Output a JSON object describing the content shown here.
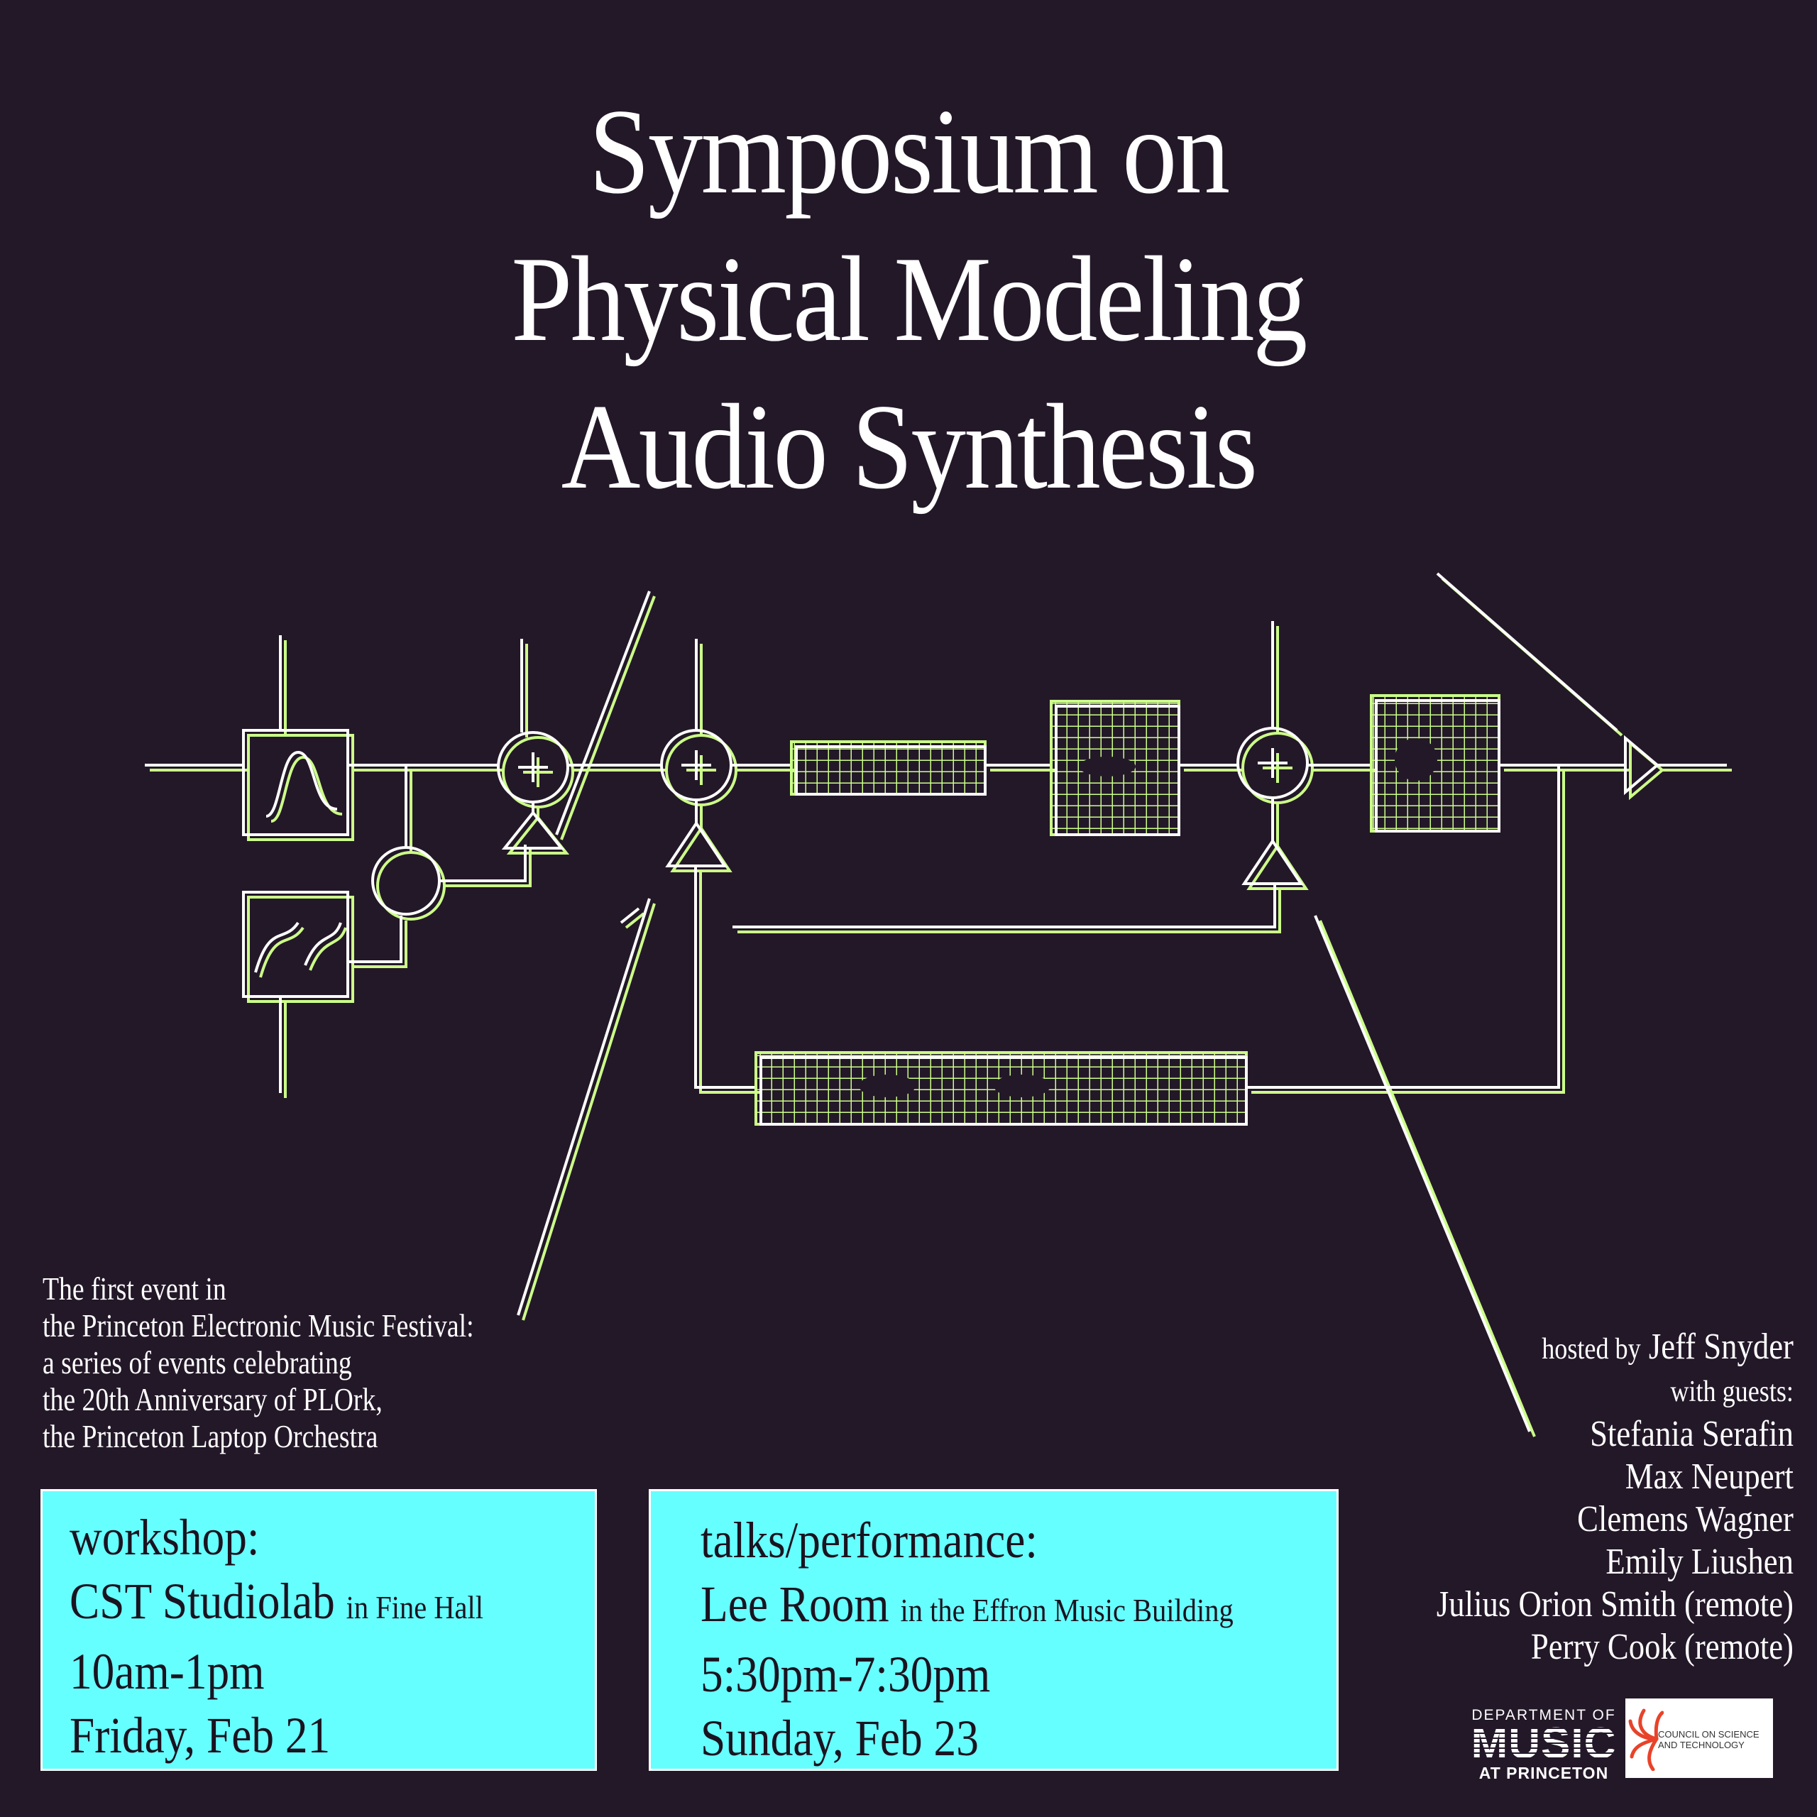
{
  "title": {
    "line1": "Symposium on",
    "line2": "Physical Modeling",
    "line3": "Audio Synthesis"
  },
  "intro": [
    "The first event in",
    "the Princeton Electronic Music Festival:",
    "a series of events celebrating",
    "the 20th Anniversary of PLOrk,",
    "the Princeton Laptop Orchestra"
  ],
  "workshop": {
    "label": "workshop:",
    "venue": "CST Studiolab",
    "venue_detail": "in Fine Hall",
    "time": "10am-1pm",
    "date": "Friday, Feb 21"
  },
  "talks": {
    "label": "talks/performance:",
    "venue": "Lee Room",
    "venue_detail": "in the Effron Music Building",
    "time": "5:30pm-7:30pm",
    "date": "Sunday, Feb 23"
  },
  "hosts": {
    "hosted_by": "hosted by",
    "host": "Jeff Snyder",
    "with_guests": "with guests:",
    "guests": [
      "Stefania Serafin",
      "Max Neupert",
      "Clemens Wagner",
      "Emily Liushen",
      "Julius Orion Smith (remote)",
      "Perry Cook (remote)"
    ]
  },
  "logos": {
    "music": {
      "line1": "DEPARTMENT OF",
      "line2": "MUSIC",
      "line3": "AT PRINCETON"
    },
    "cst": {
      "line1": "COUNCIL ON SCIENCE",
      "line2": "AND TECHNOLOGY"
    }
  },
  "colors": {
    "background": "#231828",
    "box": "#66ffff",
    "line_green": "#ccff88",
    "line_white": "#ffffff"
  }
}
